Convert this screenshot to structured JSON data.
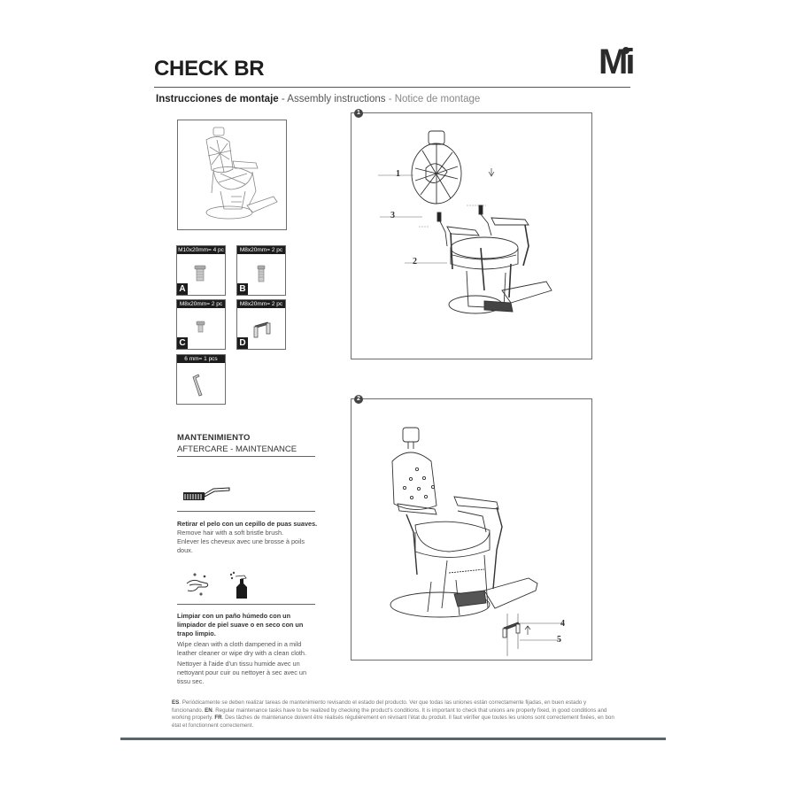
{
  "header": {
    "title": "CHECK BR",
    "logo": "Mi",
    "subtitle": {
      "es": "Instrucciones de montaje",
      "sep1": " - ",
      "en": "Assembly instructions",
      "sep2": "  - ",
      "fr": "Notice de montage"
    }
  },
  "parts": [
    {
      "letter": "A",
      "label": "M10x20mm= 4 pc",
      "icon": "screw-icon"
    },
    {
      "letter": "B",
      "label": "M8x20mm= 2 pc",
      "icon": "screw-icon"
    },
    {
      "letter": "C",
      "label": "M8x20mm= 2 pc",
      "icon": "short-screw-icon"
    },
    {
      "letter": "D",
      "label": "M8x20mm= 2 pc",
      "icon": "bracket-icon"
    },
    {
      "letter": "",
      "label": "6 mm= 1 pcs",
      "icon": "allen-key-icon"
    }
  ],
  "maintenance": {
    "heading": "MANTENIMIENTO",
    "subheading": "AFTERCARE - MAINTENANCE",
    "brush": {
      "es": "Retirar el pelo con un cepillo de puas suaves.",
      "en": "Remove hair with a soft bristle brush.",
      "fr": "Enlever les cheveux avec une brosse à poils doux."
    },
    "clean": {
      "es": "Limpiar con un paño húmedo con un limpiador de piel suave o en seco con un trapo limpio.",
      "en": "Wipe clean with a cloth dampened in a mild leather cleaner or wipe dry with a clean cloth.",
      "fr": "Nettoyer à l'aide d'un tissu humide avec un nettoyant pour cuir ou nettoyer à sec avec un tissu sec."
    }
  },
  "steps": [
    {
      "number": "1",
      "callouts": [
        "1",
        "2",
        "3"
      ]
    },
    {
      "number": "2",
      "callouts": [
        "4",
        "5"
      ]
    }
  ],
  "footer": {
    "es_tag": "ES",
    "es": ". Periódicamente se deben realizar tareas de mantenimiento revisando el estado del producto. Ver que todas las uniones están correctamente fijadas, en buen estado y funcionando. ",
    "en_tag": "EN",
    "en": ". Regular maintenance tasks have to be realized by checking the product's conditions. It is important to check that unions are properly fixed, in good conditions and working properly. ",
    "fr_tag": "FR",
    "fr": ". Des tâches de maintenance doivent être réalisés régulièrement en révisant l'état du produit. Il faut vérifier que toutes les unions sont correctement fixées, en bon état et fonctionnent correctement."
  },
  "colors": {
    "label_bg": "#1c1c1c",
    "bottom_bar": "#58666c",
    "border": "#6d6d6d"
  }
}
